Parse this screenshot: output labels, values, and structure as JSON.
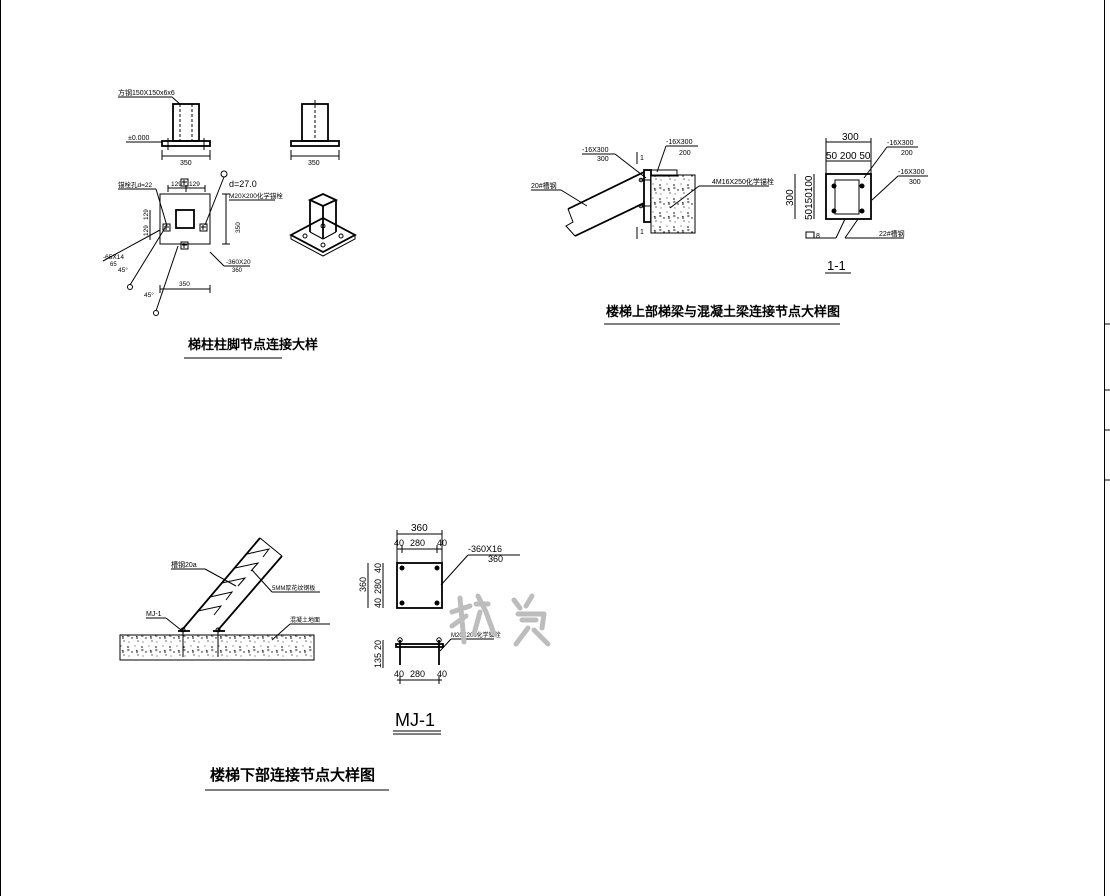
{
  "drawing": {
    "frame_color": "#000000",
    "background": "#ffffff"
  },
  "detail_a": {
    "title": "梯柱柱脚节点连接大样",
    "column_spec": "方钢150X150x6x6",
    "elevation": "±0.000",
    "dim_plate_w1": "350",
    "dim_plate_w2": "350",
    "dim_129a": "129",
    "dim_129b": "129",
    "dim_v1": "129",
    "dim_v2": "129",
    "dim_side": "350",
    "dim_bottom": "350",
    "hole_note": "锚栓孔d=22",
    "bolt_dia": "d=27.0",
    "bolt_spec": "M20X200化学锚栓",
    "rib_spec": "-65X14",
    "rib_sub": "65",
    "plate_spec": "-360X20",
    "plate_sub": "360",
    "angle1": "45°",
    "angle2": "45°"
  },
  "detail_b": {
    "title": "楼梯上部梯梁与混凝土梁连接节点大样图",
    "plate_left_top": "-16X300",
    "plate_left_bottom": "300",
    "plate_right_top": "-16X300",
    "plate_right_bottom": "200",
    "channel": "20#槽钢",
    "anchor": "4M16X250化学锚栓",
    "cut_mark_top": "1",
    "cut_mark_bottom": "1",
    "sec_dim_top": "300",
    "sec_dim_parts": "50 200 50",
    "sec_dim_side_total": "300",
    "sec_dim_side_parts": "50150100",
    "sec_plate1_top": "-16X300",
    "sec_plate1_bottom": "200",
    "sec_plate2_top": "-16X300",
    "sec_plate2_bottom": "300",
    "weld": "8",
    "sec_channel": "22#槽钢",
    "section_label": "1-1"
  },
  "detail_c": {
    "title": "楼梯下部连接节点大样图",
    "channel": "槽钢20a",
    "tread": "5MM厚花纹钢板",
    "mj_tag": "MJ-1",
    "ground": "混凝土地面"
  },
  "detail_d": {
    "label": "MJ-1",
    "dim_top": "360",
    "dim_top_parts": [
      "40",
      "280",
      "40"
    ],
    "dim_side": "360",
    "dim_side_parts": [
      "40",
      "280",
      "40"
    ],
    "plate_top": "-360X16",
    "plate_bottom": "360",
    "bolt": "M20X200化学锚栓",
    "dim_elev_parts": [
      "20",
      "135"
    ],
    "dim_bottom_parts": [
      "40",
      "280",
      "40"
    ]
  }
}
